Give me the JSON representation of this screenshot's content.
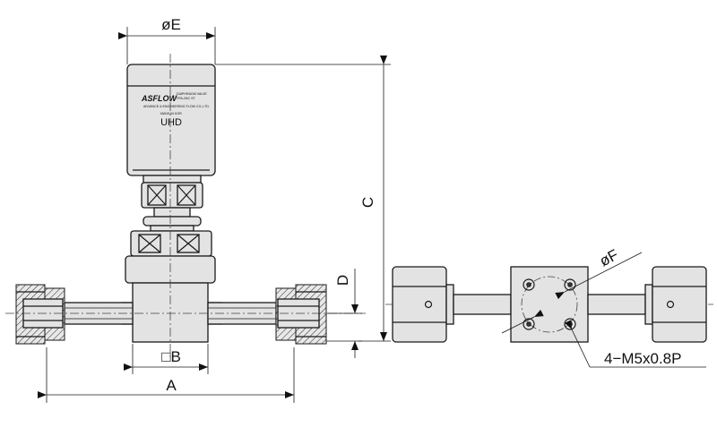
{
  "drawing": {
    "dimensions": {
      "a": "A",
      "b": "□B",
      "c": "C",
      "d": "D",
      "e": "øE",
      "f": "øF"
    },
    "thread_callout": "4−M5x0.8P",
    "label": {
      "logo": "ASFLOW",
      "line1": "DIAPHRAGM VALVE",
      "line2": "FPA-2NC ST",
      "line3": "ADVANCE & ENGINEERING FLOW CO.,LTD.",
      "line4": "MADE IN KOR",
      "model": "UHD"
    }
  }
}
